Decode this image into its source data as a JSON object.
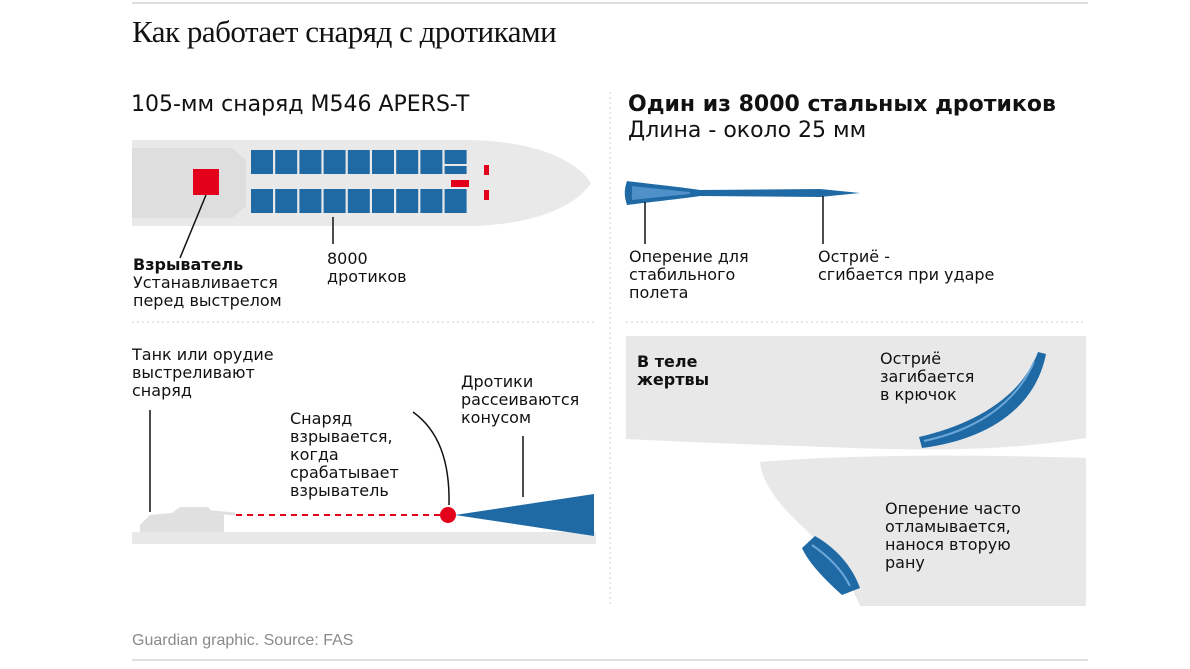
{
  "title": "Как работает снаряд с дротиками",
  "shell": {
    "heading": "105-мм снаряд M546 APERS-T",
    "fuze_label": "Взрыватель",
    "fuze_note": [
      "Устанавливается",
      "перед выстрелом"
    ],
    "darts_label": [
      "8000",
      "дротиков"
    ]
  },
  "dart": {
    "heading": "Один из 8000 стальных дротиков",
    "length": "Длина - около 25 мм",
    "fins_label": [
      "Оперение для",
      "стабильного",
      "полета"
    ],
    "tip_label": [
      "Остриё -",
      "сгибается при ударе"
    ]
  },
  "firing": {
    "tank_label": [
      "Танк или орудие",
      "выстреливают",
      "снаряд"
    ],
    "burst_label": [
      "Снаряд",
      "взрывается,",
      "когда",
      "срабатывает",
      "взрыватель"
    ],
    "cone_label": [
      "Дротики",
      "рассеиваются",
      "конусом"
    ]
  },
  "body": {
    "heading": [
      "В теле",
      "жертвы"
    ],
    "tip_label": [
      "Остриё",
      "загибается",
      "в крючок"
    ],
    "fins_label": [
      "Оперение часто",
      "отламывается,",
      "нанося вторую",
      "рану"
    ]
  },
  "credit": "Guardian graphic. Source: FAS",
  "colors": {
    "dart_blue": "#1f6aa5",
    "fuze_red": "#e2001a",
    "panel_grey": "#e8e8e8"
  }
}
